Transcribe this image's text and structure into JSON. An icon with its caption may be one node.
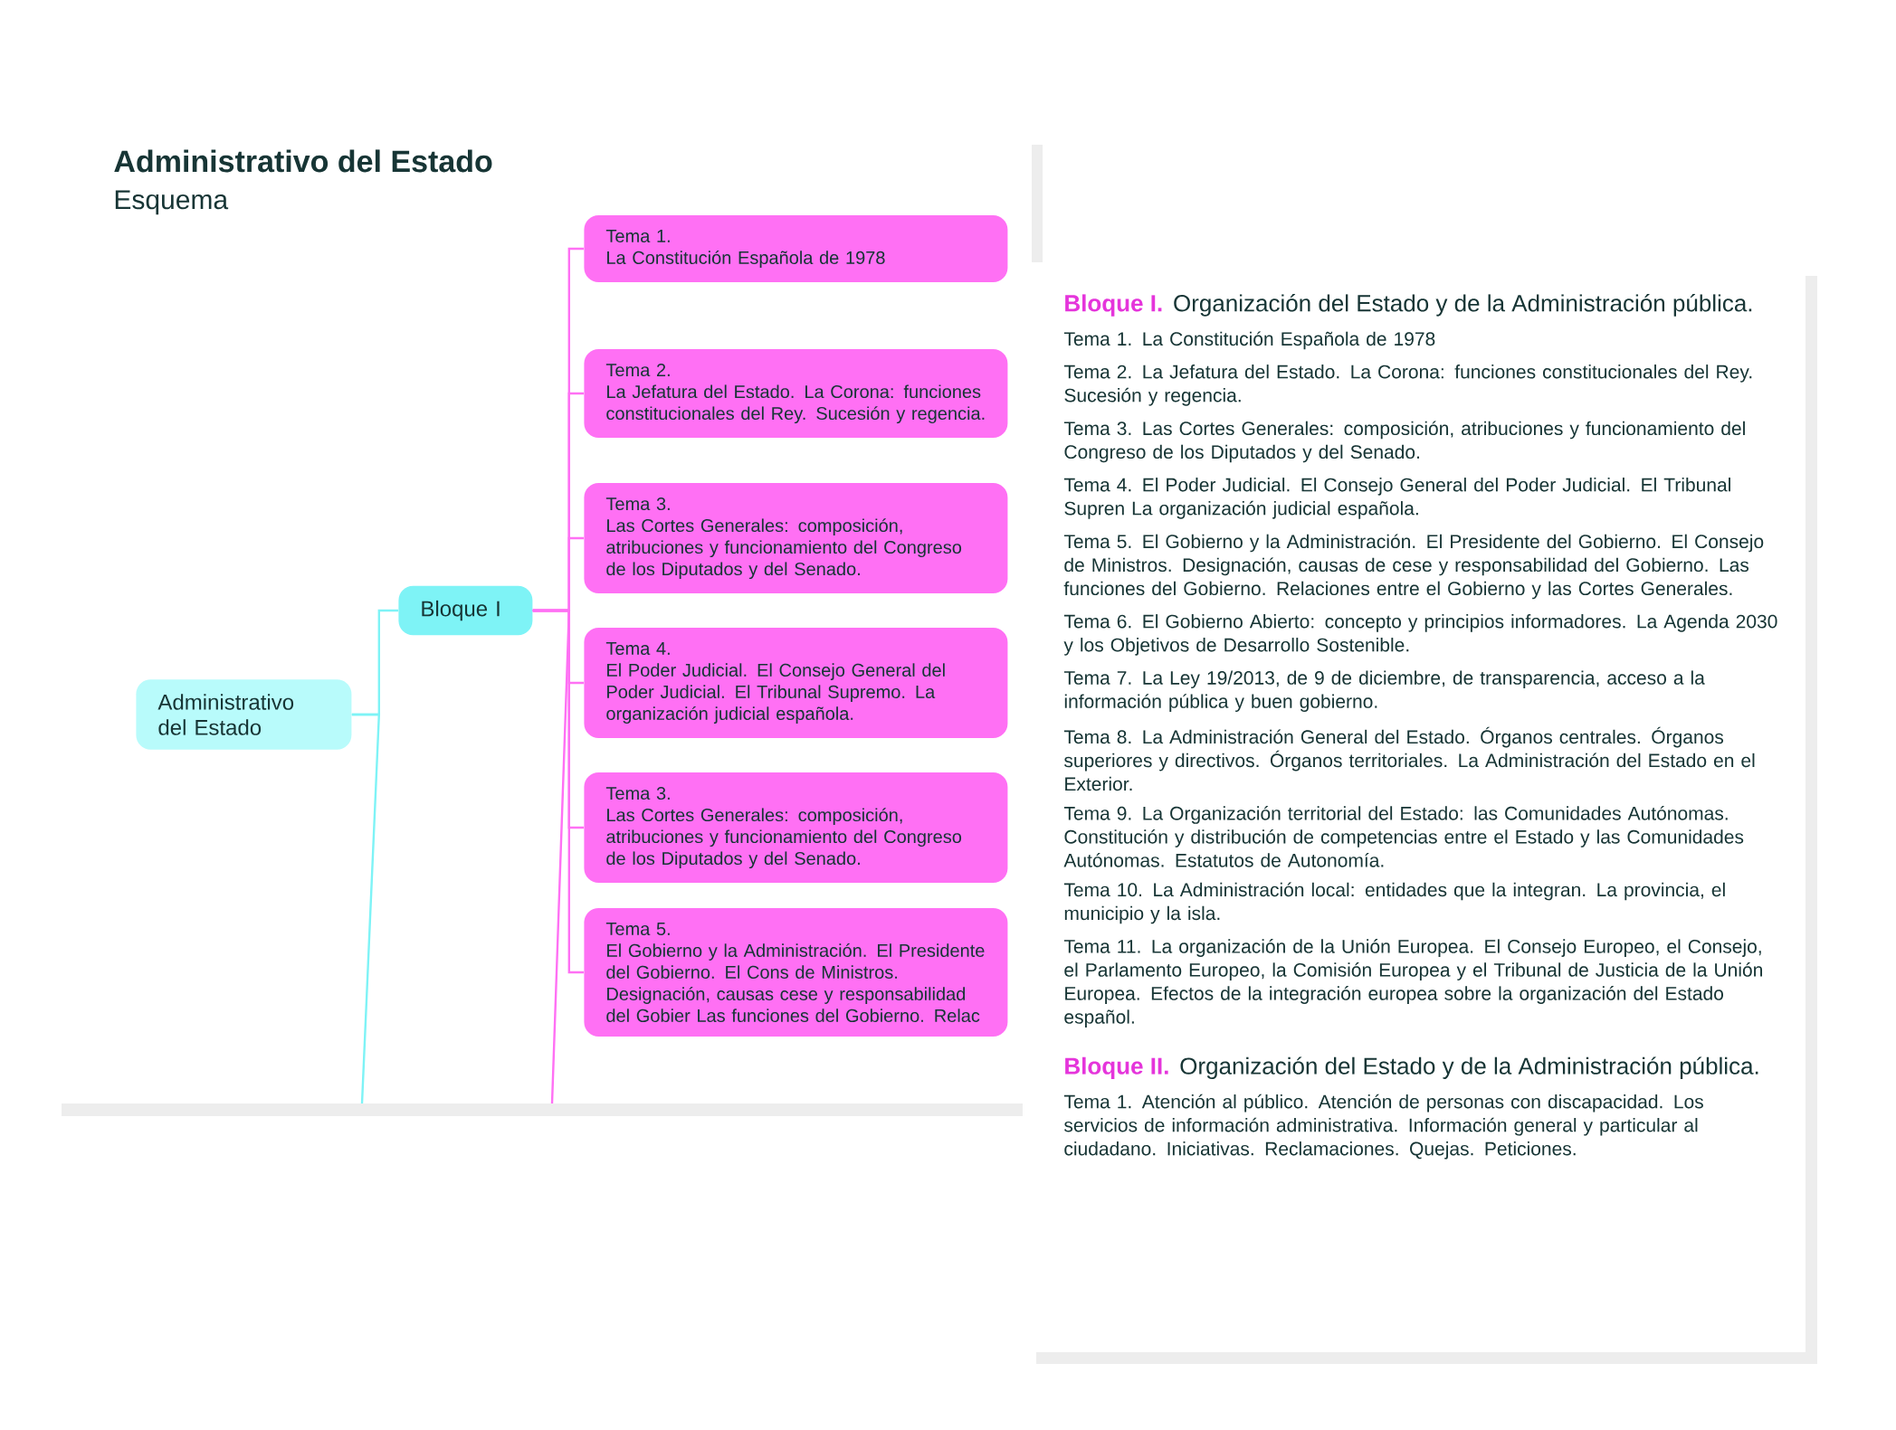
{
  "diagram": {
    "title": "Administrativo del Estado",
    "nodes": [
      {
        "text": [
          "Administrativo del Estado"
        ]
      },
      {
        "text": [
          "Bloque I"
        ]
      },
      {
        "text": [
          "Tema 1.",
          "La Constitución Española de 1978"
        ]
      },
      {
        "text": [
          "Tema 2.",
          "La Jefatura del Estado. La Corona: funciones constitucionales del Rey. Sucesión y regencia."
        ]
      },
      {
        "text": [
          "Tema 3.",
          "Las Cortes Generales: composición, atribuciones y funcionamiento del Congreso de los Diputados y del Senado."
        ]
      },
      {
        "text": [
          "Tema 4.",
          "El Poder Judicial. El Consejo General del Poder Judicial. El Tribunal Supremo. La organización judicial española."
        ]
      },
      {
        "text": [
          "Tema 3.",
          "Las Cortes Generales: composición, atribuciones y funcionamiento del Congreso de los Diputados y del Senado."
        ]
      },
      {
        "text": [
          "Tema 5.",
          "El Gobierno y la Administración. El Presidente del Gobierno. El Cons de Ministros. Designación, causas cese y responsabilidad del Gobier Las funciones del Gobierno. Relac"
        ]
      }
    ],
    "edges": [
      {
        "from": 0,
        "to": 1,
        "arrow": "none",
        "color": "#7ef3f6"
      },
      {
        "from": 0,
        "to": null,
        "arrow": "none",
        "color": "#7ef3f6"
      },
      {
        "from": 1,
        "to": 2,
        "arrow": "none"
      },
      {
        "from": 1,
        "to": 3,
        "arrow": "none"
      },
      {
        "from": 1,
        "to": 4,
        "arrow": "none"
      },
      {
        "from": 1,
        "to": 5,
        "arrow": "none"
      },
      {
        "from": 1,
        "to": 6,
        "arrow": "none"
      },
      {
        "from": 1,
        "to": 7,
        "arrow": "none"
      },
      {
        "from": 1,
        "to": null,
        "arrow": "none"
      }
    ],
    "labels": [
      "Esquema",
      "Bloque I.",
      "Organización del Estado y de la Administración pública.",
      "Tema 1. La Constitución Española de 1978",
      "Tema 2. La Jefatura del Estado. La Corona: funciones constitucionales del Rey. Sucesión y regencia.",
      "Tema 3. Las Cortes Generales: composición, atribuciones y funcionamiento del Congreso de los Diputados y del Senado.",
      "Tema 4. El Poder Judicial. El Consejo General del Poder Judicial. El Tribunal Supren La organización judicial española.",
      "Tema 5. El Gobierno y la Administración. El Presidente del Gobierno. El Consejo de Ministros. Designación, causas de cese y responsabilidad del Gobierno. Las funciones del Gobierno. Relaciones entre el Gobierno y las Cortes Generales.",
      "Tema 6. El Gobierno Abierto: concepto y principios informadores. La Agenda 2030 y los Objetivos de Desarrollo Sostenible.",
      "Tema 7. La Ley 19/2013, de 9 de diciembre, de transparencia, acceso a la información pública y buen gobierno.",
      "Tema 8. La Administración General del Estado. Órganos centrales. Órganos superiores y directivos. Órganos territoriales. La Administración del Estado en el Exterior.",
      "Tema 9. La Organización territorial del Estado: las Comunidades Autónomas. Constitución y distribución de competencias entre el Estado y las Comunidades Autónomas. Estatutos de Autonomía.",
      "Tema 10. La Administración local: entidades que la integran. La provincia, el municipio y la isla.",
      "Tema 11. La organización de la Unión Europea. El Consejo Europeo, el Consejo, el Parlamento Europeo, la Comisión Europea y el Tribunal de Justicia de la Unión Europea. Efectos de la integración europea sobre la organización del Estado español.",
      "Bloque II.",
      "Organización del Estado y de la Administración pública.",
      "Tema 1. Atención al público. Atención de personas con discapacidad. Los servicios de información administrativa. Información general y particular al ciudadano. Iniciativas. Reclamaciones. Quejas. Peticiones."
    ]
  }
}
